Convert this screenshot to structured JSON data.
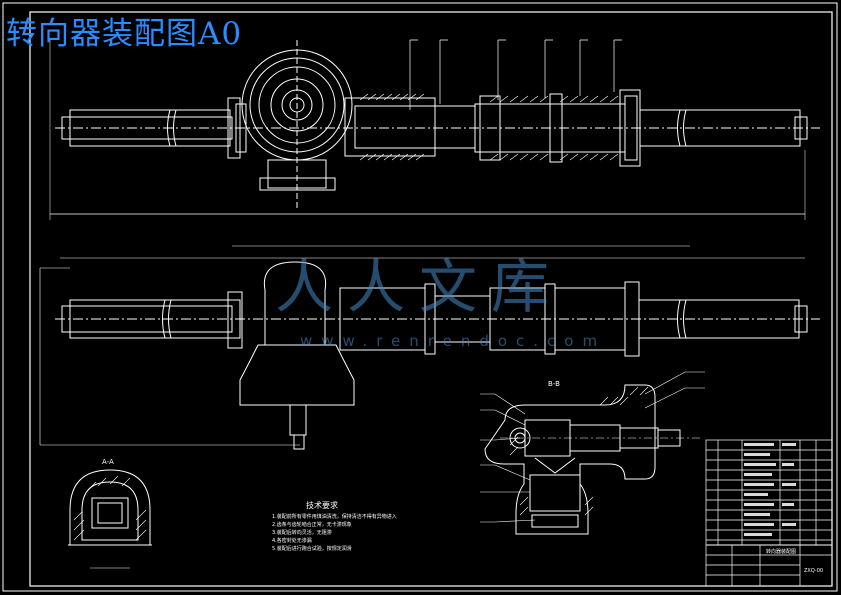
{
  "title": "转向器装配图A0",
  "technical_requirements": {
    "title": "技术要求",
    "items": [
      "1.装配前所有零件用煤油清洗，保持清洁不得有异物进入",
      "2.齿条与齿轮啮合正常，无卡滞现象",
      "3.装配后转向灵活，无阻滞",
      "4.各密封处无渗漏",
      "5.装配后进行跑合试验，按规定润滑"
    ]
  },
  "section_labels": {
    "bb": "B-B",
    "aa": "A-A"
  },
  "watermark": {
    "chinese": "人人文库",
    "url": "www.renrendoc.com"
  },
  "title_block": {
    "drawing_name": "转向器装配图",
    "drawing_code": "ZXQ-00"
  },
  "colors": {
    "background": "#000000",
    "lines": "#ffffff",
    "title": "#2b8cff",
    "watermark": "#4c8cc8"
  }
}
